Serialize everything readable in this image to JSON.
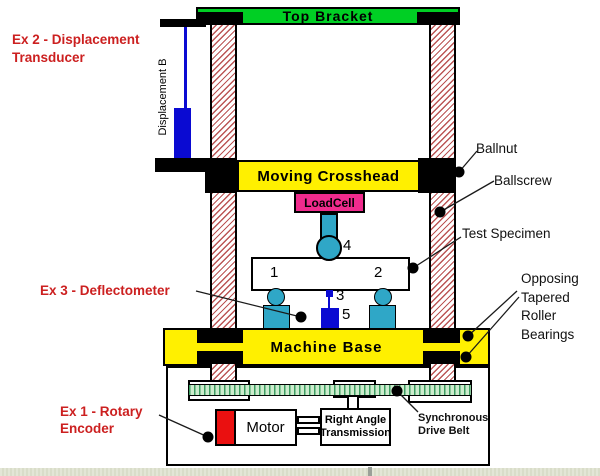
{
  "colors": {
    "bracket_green": "#00cf24",
    "crosshead_yellow": "#fff000",
    "loadcell_pink": "#f02b8d",
    "fixture_cyan": "#2fa7c7",
    "transducer_blue": "#0a0ad2",
    "annotation_red": "#cc2020",
    "motor_red": "#ea1010",
    "column_hatch_red": "#bb5555",
    "belt_light_green": "#cdeccd",
    "belt_stripe_green": "#3d9e62"
  },
  "machine": {
    "top_bracket": "Top Bracket",
    "moving_crosshead": "Moving Crosshead",
    "load_cell": "LoadCell",
    "machine_base": "Machine Base",
    "motor": "Motor",
    "transmission_line1": "Right Angle",
    "transmission_line2": "Transmission",
    "displacement_axis_label": "Displacement B"
  },
  "points": {
    "p1": "1",
    "p2": "2",
    "p3": "3",
    "p4": "4",
    "p5": "5"
  },
  "red_annotations": {
    "ex1_line1": "Ex 1 - Rotary",
    "ex1_line2": "Encoder",
    "ex2_line1": "Ex 2 - Displacement",
    "ex2_line2": "Transducer",
    "ex3": "Ex 3 - Deflectometer"
  },
  "black_annotations": {
    "ballnut": "Ballnut",
    "ballscrew": "Ballscrew",
    "test_specimen": "Test Specimen",
    "bearings_line1": "Opposing",
    "bearings_line2": "Tapered",
    "bearings_line3": "Roller",
    "bearings_line4": "Bearings",
    "belt_line1": "Synchronous",
    "belt_line2": "Drive Belt"
  }
}
